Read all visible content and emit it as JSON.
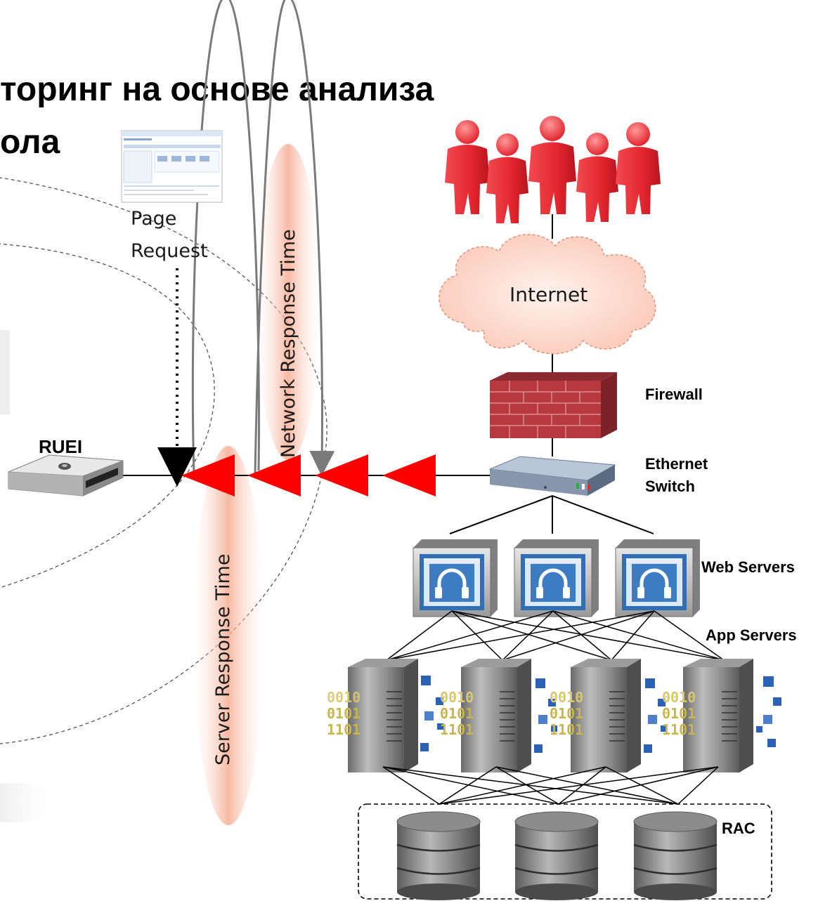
{
  "title": {
    "line1": "торинг на основе анализа",
    "line2": "ола"
  },
  "labels": {
    "page_request_1": "Page",
    "page_request_2": "Request",
    "network_response_time": "Network Response Time",
    "server_response_time": "Server Response Time",
    "internet": "Internet",
    "firewall": "Firewall",
    "ethernet_switch_1": "Ethernet",
    "ethernet_switch_2": "Switch",
    "web_servers": "Web Servers",
    "app_servers": "App Servers",
    "rac": "RAC",
    "ruei": "RUEI"
  },
  "binary_lines": [
    "0010",
    "0101",
    "1101"
  ],
  "colors": {
    "user_red": "#e8323a",
    "cloud_fill": "#fcd3c4",
    "cloud_stroke": "#e79b86",
    "firewall_brick": "#b8353d",
    "arrow_red": "#ff0000",
    "beam": "#f7b8a0",
    "loop_gray": "#7a7a7a",
    "monitor_blue": "#3f7cc0",
    "square_blue": "#2b62b5",
    "binary_yellow": "#d4c66a"
  }
}
